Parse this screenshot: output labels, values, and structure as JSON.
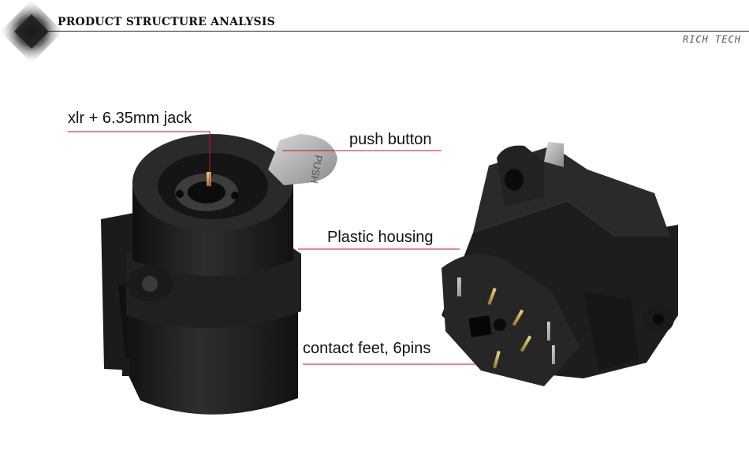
{
  "header": {
    "title": "PRODUCT STRUCTURE ANALYSIS",
    "brand": "RICH TECH"
  },
  "callouts": {
    "xlr_jack": "xlr + 6.35mm jack",
    "push_button": "push button",
    "plastic_housing": "Plastic housing",
    "contact_feet": "contact feet, 6pins"
  },
  "colors": {
    "leader_line": "#c8102e",
    "header_rule": "#222222",
    "housing": "#1e1e1f"
  },
  "icons": {
    "logo": "diamond-logo-icon"
  }
}
